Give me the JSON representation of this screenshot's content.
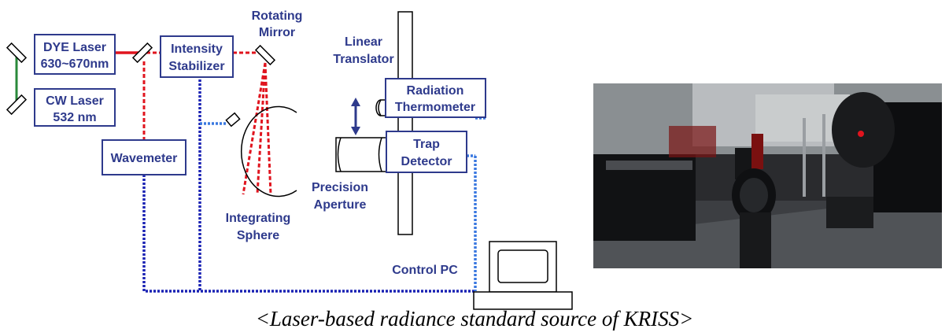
{
  "labels": {
    "dye_laser_line1": "DYE Laser",
    "dye_laser_line2": "630~670nm",
    "cw_laser_line1": "CW Laser",
    "cw_laser_line2": "532 nm",
    "stabilizer_line1": "Intensity",
    "stabilizer_line2": "Stabilizer",
    "rotating_mirror_line1": "Rotating",
    "rotating_mirror_line2": "Mirror",
    "linear_translator_line1": "Linear",
    "linear_translator_line2": "Translator",
    "radiation_thermometer_line1": "Radiation",
    "radiation_thermometer_line2": "Thermometer",
    "trap_detector_line1": "Trap",
    "trap_detector_line2": "Detector",
    "wavemeter": "Wavemeter",
    "precision_aperture_line1": "Precision",
    "precision_aperture_line2": "Aperture",
    "integrating_sphere_line1": "Integrating",
    "integrating_sphere_line2": "Sphere",
    "control_pc": "Control PC"
  },
  "caption": "<Laser-based radiance standard source of KRISS>",
  "colors": {
    "label": "#2e3a8c",
    "laser_beam": "#e0141e",
    "cable_dark": "#1a22b4",
    "cable_light": "#3a78e0",
    "green_beam": "#2a8a3a"
  }
}
